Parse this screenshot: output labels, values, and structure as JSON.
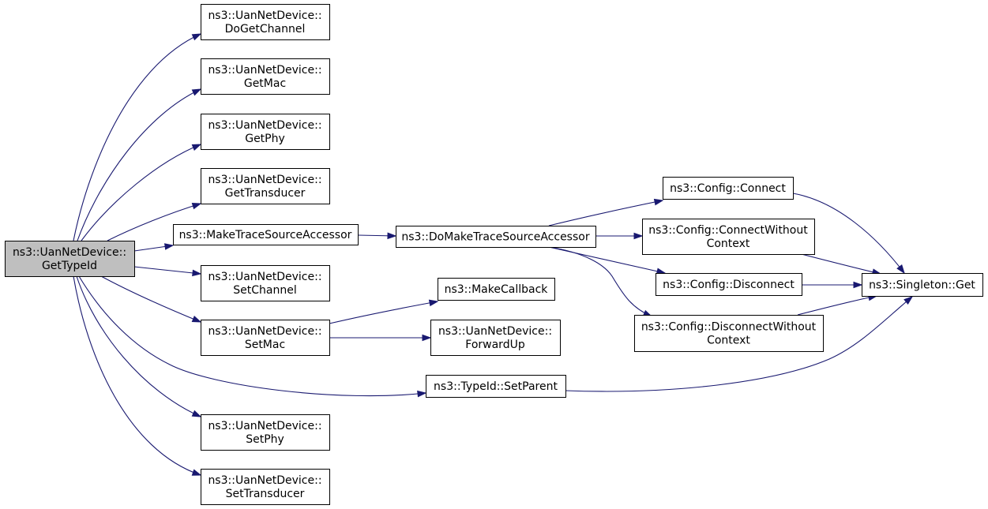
{
  "graph": {
    "nodes": {
      "root": {
        "lines": [
          "ns3::UanNetDevice::",
          "GetTypeId"
        ]
      },
      "doGetChannel": {
        "lines": [
          "ns3::UanNetDevice::",
          "DoGetChannel"
        ]
      },
      "getMac": {
        "lines": [
          "ns3::UanNetDevice::",
          "GetMac"
        ]
      },
      "getPhy": {
        "lines": [
          "ns3::UanNetDevice::",
          "GetPhy"
        ]
      },
      "getTransducer": {
        "lines": [
          "ns3::UanNetDevice::",
          "GetTransducer"
        ]
      },
      "makeTraceSourceAccessor": {
        "lines": [
          "ns3::MakeTraceSourceAccessor"
        ]
      },
      "setChannel": {
        "lines": [
          "ns3::UanNetDevice::",
          "SetChannel"
        ]
      },
      "setMac": {
        "lines": [
          "ns3::UanNetDevice::",
          "SetMac"
        ]
      },
      "setPhy": {
        "lines": [
          "ns3::UanNetDevice::",
          "SetPhy"
        ]
      },
      "setTransducer": {
        "lines": [
          "ns3::UanNetDevice::",
          "SetTransducer"
        ]
      },
      "doMakeTraceSourceAccessor": {
        "lines": [
          "ns3::DoMakeTraceSourceAccessor"
        ]
      },
      "makeCallback": {
        "lines": [
          "ns3::MakeCallback"
        ]
      },
      "forwardUp": {
        "lines": [
          "ns3::UanNetDevice::",
          "ForwardUp"
        ]
      },
      "typeIdSetParent": {
        "lines": [
          "ns3::TypeId::SetParent"
        ]
      },
      "configConnect": {
        "lines": [
          "ns3::Config::Connect"
        ]
      },
      "configConnectWithoutContext": {
        "lines": [
          "ns3::Config::ConnectWithout",
          "Context"
        ]
      },
      "configDisconnect": {
        "lines": [
          "ns3::Config::Disconnect"
        ]
      },
      "configDisconnectWithoutContext": {
        "lines": [
          "ns3::Config::DisconnectWithout",
          "Context"
        ]
      },
      "singletonGet": {
        "lines": [
          "ns3::Singleton::Get"
        ]
      }
    },
    "edges": [
      {
        "from": "root",
        "to": "doGetChannel"
      },
      {
        "from": "root",
        "to": "getMac"
      },
      {
        "from": "root",
        "to": "getPhy"
      },
      {
        "from": "root",
        "to": "getTransducer"
      },
      {
        "from": "root",
        "to": "makeTraceSourceAccessor"
      },
      {
        "from": "root",
        "to": "setChannel"
      },
      {
        "from": "root",
        "to": "setMac"
      },
      {
        "from": "root",
        "to": "typeIdSetParent"
      },
      {
        "from": "root",
        "to": "setPhy"
      },
      {
        "from": "root",
        "to": "setTransducer"
      },
      {
        "from": "makeTraceSourceAccessor",
        "to": "doMakeTraceSourceAccessor"
      },
      {
        "from": "doMakeTraceSourceAccessor",
        "to": "configConnect"
      },
      {
        "from": "doMakeTraceSourceAccessor",
        "to": "configConnectWithoutContext"
      },
      {
        "from": "doMakeTraceSourceAccessor",
        "to": "configDisconnect"
      },
      {
        "from": "doMakeTraceSourceAccessor",
        "to": "configDisconnectWithoutContext"
      },
      {
        "from": "configConnect",
        "to": "singletonGet"
      },
      {
        "from": "configConnectWithoutContext",
        "to": "singletonGet"
      },
      {
        "from": "configDisconnect",
        "to": "singletonGet"
      },
      {
        "from": "configDisconnectWithoutContext",
        "to": "singletonGet"
      },
      {
        "from": "setMac",
        "to": "makeCallback"
      },
      {
        "from": "setMac",
        "to": "forwardUp"
      },
      {
        "from": "typeIdSetParent",
        "to": "singletonGet"
      }
    ]
  }
}
